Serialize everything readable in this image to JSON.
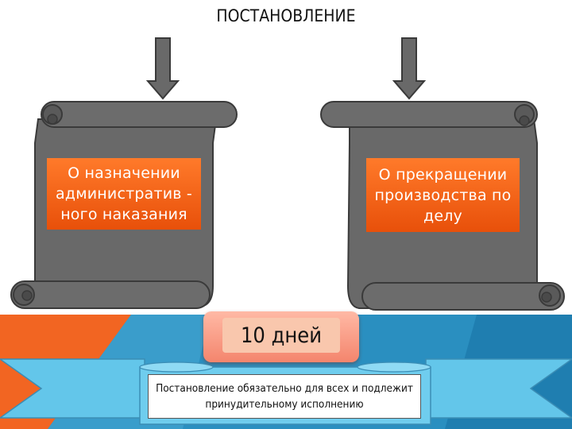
{
  "title": "ПОСТАНОВЛЕНИЕ",
  "left_scroll": {
    "label": "О назначении административ - ного наказания"
  },
  "right_scroll": {
    "label": "О прекращении производства по делу"
  },
  "deadline": {
    "label": "10 дней"
  },
  "banner": {
    "text": "Постановление обязательно для всех и подлежит принудительному исполнению"
  },
  "colors": {
    "orange": "#f26522",
    "scroll_gray": "#696969",
    "blue": "#2a8fc0",
    "ribbon": "#63c6ea",
    "salmon": "#f4856d"
  }
}
